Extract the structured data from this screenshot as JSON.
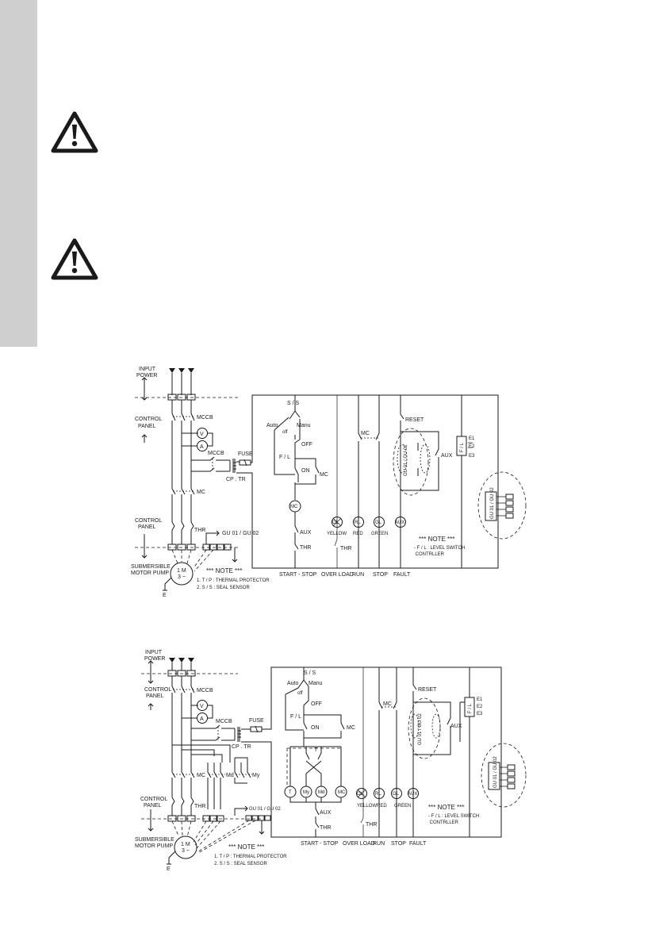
{
  "diagram_top": {
    "input_power": "INPUT\nPOWER",
    "control_panel": "CONTROL\nPANEL",
    "control_panel_2": "CONTROL\nPANEL",
    "submersible": "SUBMERSIBLE\nMOTOR PUMP",
    "mccb": "MCCB",
    "mccb2": "MCCB",
    "fuse": "FUSE",
    "cptr": "CP . TR",
    "mc": "MC",
    "thr": "THR",
    "gu": "GU 01 / GU 02",
    "motor": "1 M\n3 ~",
    "earth": "E",
    "v": "V",
    "a": "A",
    "ss": "S / S",
    "auto": "Auto",
    "off_sw": "off",
    "manu": "Manu",
    "off": "OFF",
    "fl": "F / L",
    "on": "ON",
    "mc_coil": "MC",
    "aux": "AUX",
    "thr_coil": "THR",
    "ol": "OL",
    "rl": "RL",
    "gl": "GL",
    "aux_lamp": "AUX",
    "yellow": "YELLOW",
    "red": "RED",
    "green": "GREEN",
    "reset": "RESET",
    "gu_mid": "GU 01 / GU 02",
    "aux_r": "AUX",
    "e1": "E1",
    "e2": "E2",
    "e3": "E3",
    "fl_r": "F / L",
    "gu_r": "GU 01 / GU 02",
    "note_title": "*** NOTE ***",
    "note_fl": "- F / L : LEVEL SWITCH\n  CONTRLLER",
    "note_left_title": "*** NOTE ***",
    "note_tp": "1. T / P : THERMAL PROTECTOR",
    "note_ss": "2. S / S : SEAL SENSOR",
    "lbl_start_stop": "START - STOP",
    "lbl_overload": "OVER LOAD",
    "lbl_run": "RUN",
    "lbl_stop": "STOP",
    "lbl_fault": "FAULT"
  },
  "diagram_bottom": {
    "input_power": "INPUT\nPOWER",
    "control_panel": "CONTROL\nPANEL",
    "control_panel_2": "CONTROL\nPANEL",
    "submersible": "SUBMERSIBLE\nMOTOR PUMP",
    "mccb": "MCCB",
    "mccb2": "MCCB",
    "fuse": "FUSE",
    "cptr": "CP . TR",
    "mc": "MC",
    "md": "Md",
    "my": "My",
    "thr": "THR",
    "gu": "GU 01 / GU 02",
    "motor": "1 M\n3 ~",
    "earth": "E",
    "v": "V",
    "a": "A",
    "ss": "S / S",
    "auto": "Auto",
    "off_sw": "off",
    "manu": "Manu",
    "off": "OFF",
    "fl": "F / L",
    "on": "ON",
    "mc_c": "MC",
    "t": "T",
    "t_coil": "T",
    "my_coil": "My",
    "md_coil": "Md",
    "mc_coil": "MC",
    "aux": "AUX",
    "thr_coil": "THR",
    "ol": "OL",
    "rl": "RL",
    "gl": "GL",
    "aux_lamp": "AUX",
    "yellow": "YELLOW",
    "red": "RED",
    "green": "GREEN",
    "reset": "RESET",
    "gu_mid": "GU 01 / GU 02",
    "aux_r": "AUX",
    "e1": "E1",
    "e2": "E2",
    "e3": "E3",
    "fl_r": "F / L",
    "gu_r": "GU 01 / GU 02",
    "note_title": "*** NOTE ***",
    "note_fl": "- F / L : LEVEL SWITCH\n  CONTRLLER",
    "note_left_title": "*** NOTE ***",
    "note_tp": "1. T / P : THERMAL PROTECTOR",
    "note_ss": "2. S / S : SEAL SENSOR",
    "lbl_start_stop": "START - STOP",
    "lbl_overload": "OVER LOAD",
    "lbl_run": "RUN",
    "lbl_stop": "STOP",
    "lbl_fault": "FAULT"
  },
  "icons": {
    "warning_1": "warning-triangle-icon",
    "warning_2": "warning-triangle-icon"
  },
  "colors": {
    "side_band": "#cfcfcf",
    "ink": "#1a1a1a"
  }
}
